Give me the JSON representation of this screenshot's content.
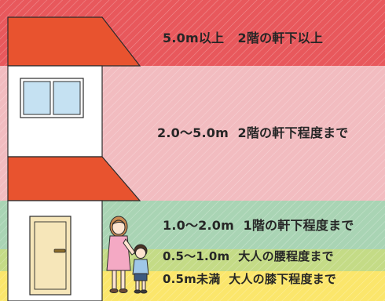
{
  "flood_depth_levels": [
    {
      "depth": "5.0m以上",
      "description": "2階の軒下以上",
      "color": "#e8585c"
    },
    {
      "depth": "2.0〜5.0m",
      "description": "2階の軒下程度まで",
      "color": "#f2bcc0"
    },
    {
      "depth": "1.0〜2.0m",
      "description": "1階の軒下程度まで",
      "color": "#a9d4b4"
    },
    {
      "depth": "0.5〜1.0m",
      "description": "大人の腰程度まで",
      "color": "#c4db86"
    },
    {
      "depth": "0.5m未満",
      "description": "大人の膝下程度まで",
      "color": "#fbe66b"
    }
  ],
  "colors": {
    "roof": "#e8532f",
    "wall": "#ffffff",
    "outline": "#2b2b2b",
    "window_glass": "#c5e1f2",
    "door": "#f6e6b9"
  },
  "icons": [
    "house-icon",
    "mother-icon",
    "child-icon"
  ]
}
